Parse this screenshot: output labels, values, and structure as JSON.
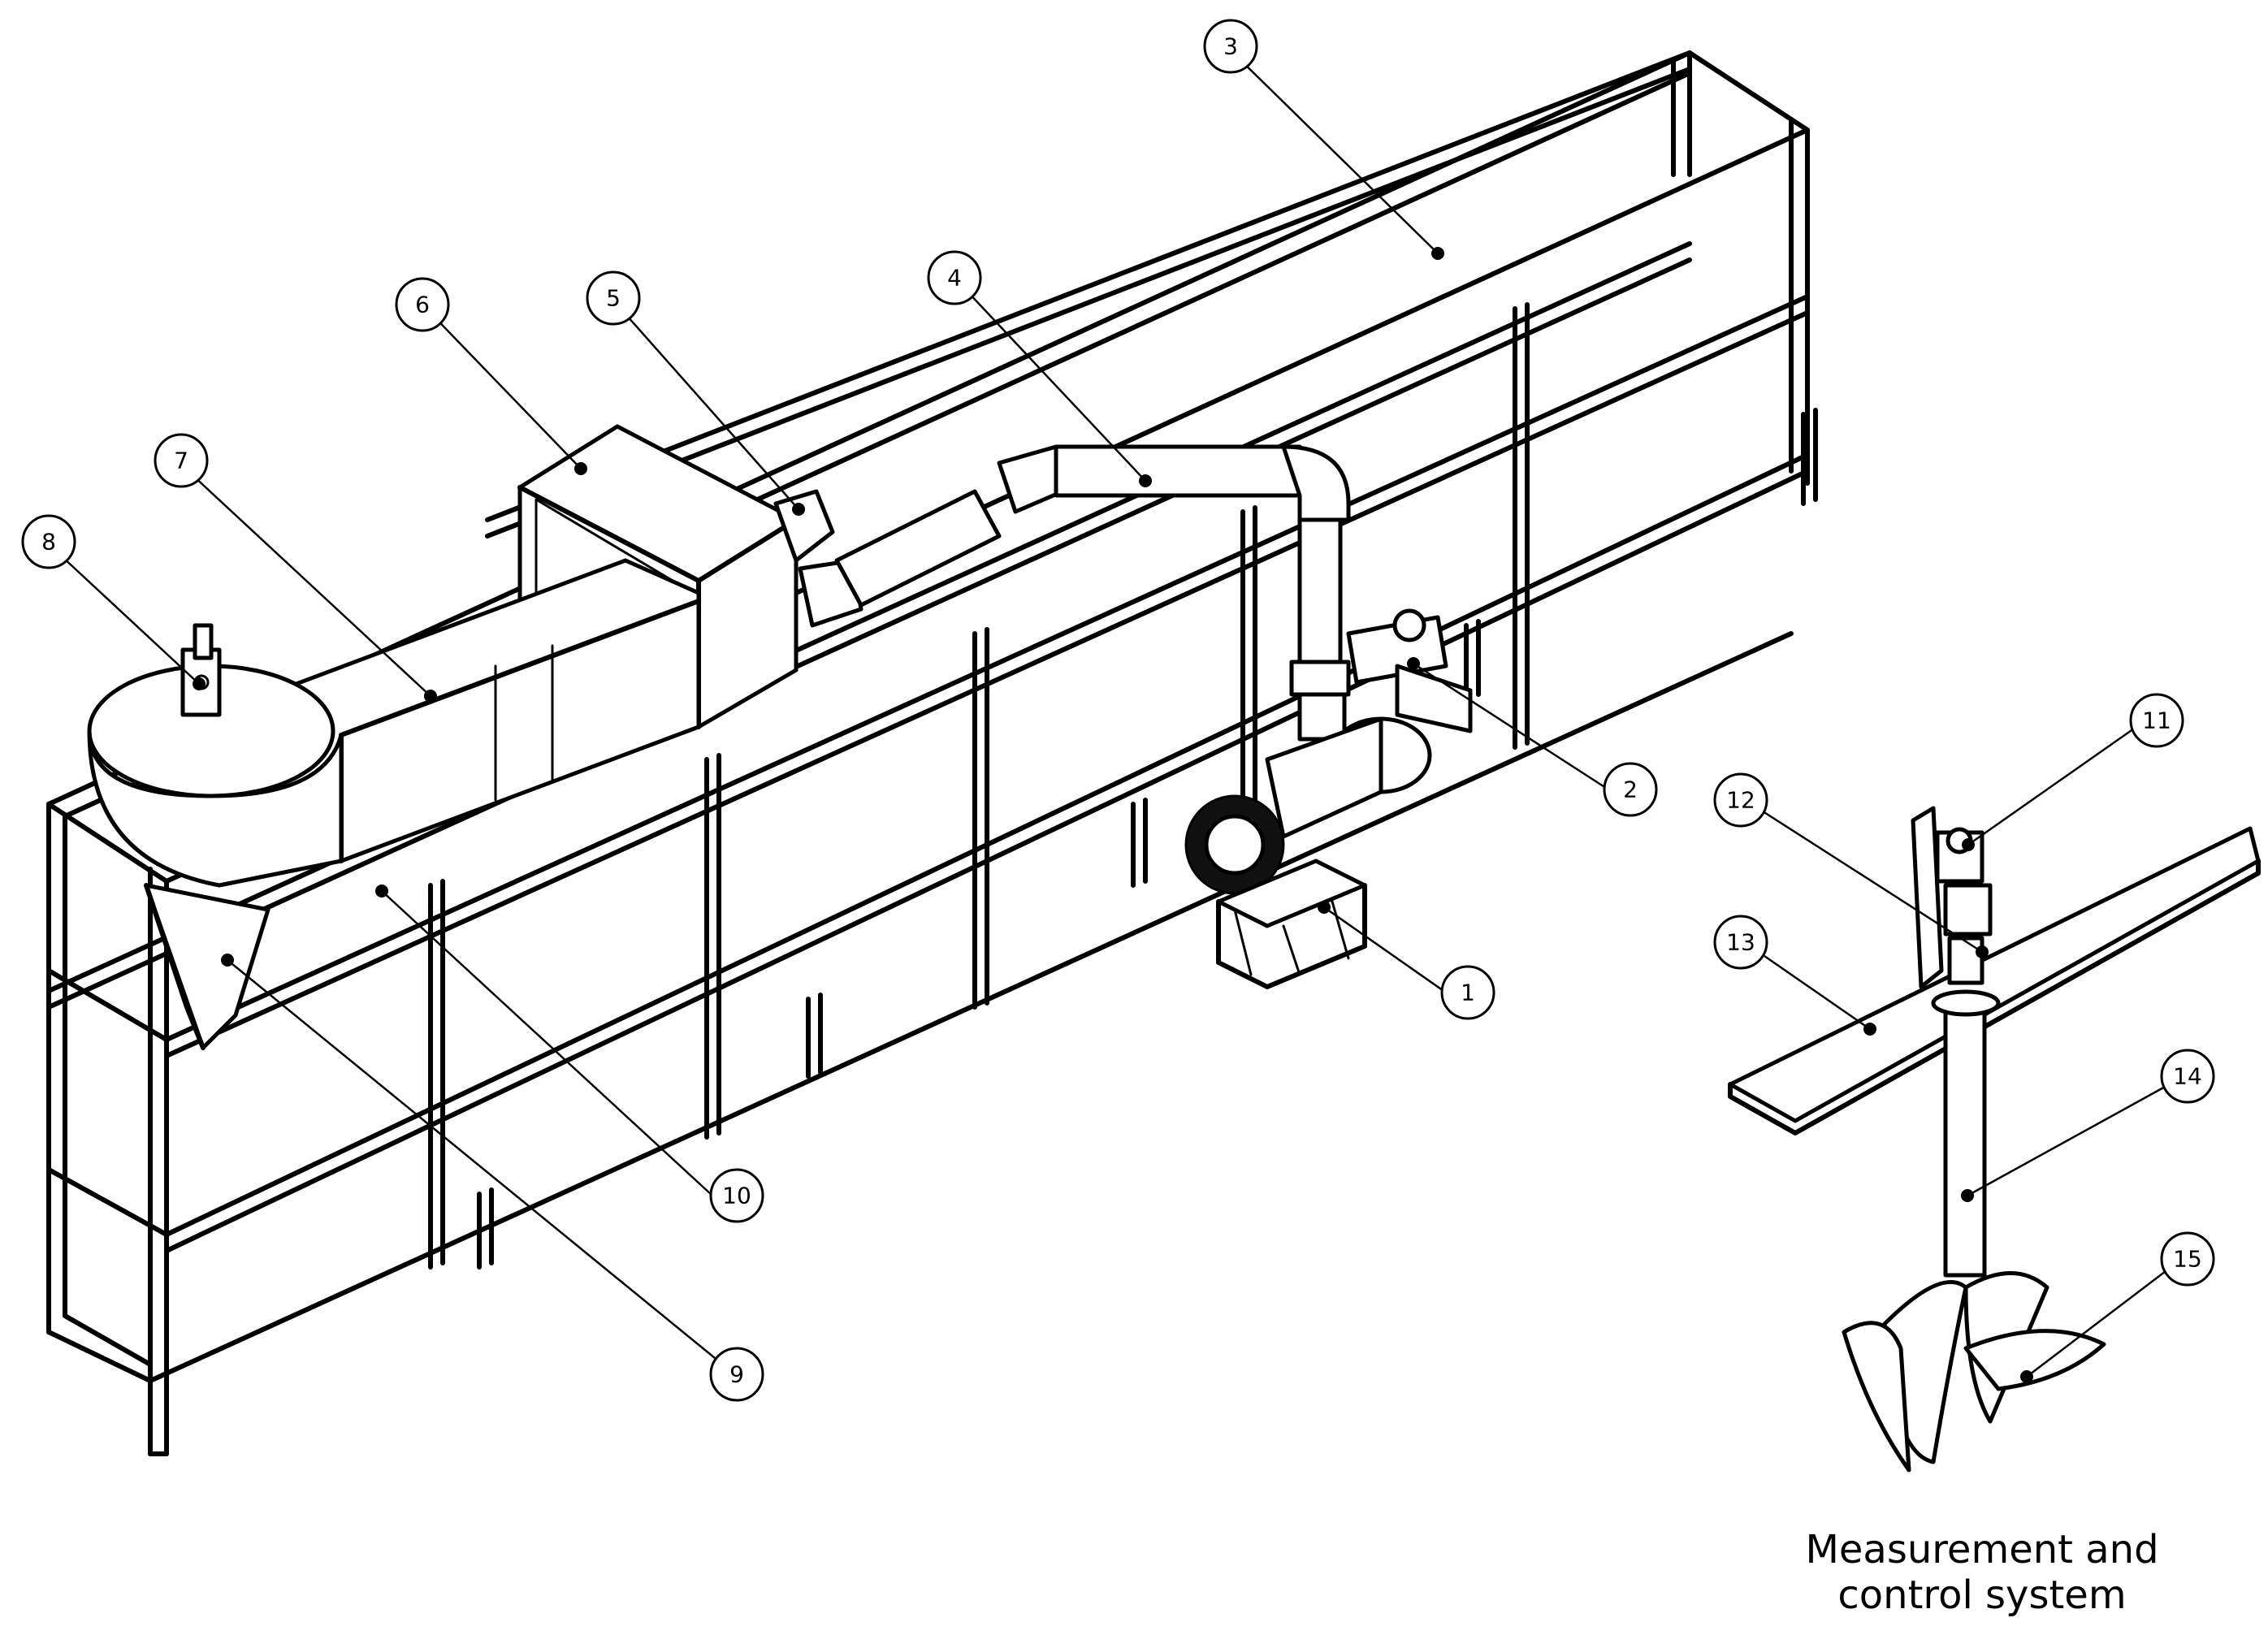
{
  "callouts": [
    "1",
    "2",
    "3",
    "4",
    "5",
    "6",
    "7",
    "8",
    "9",
    "10",
    "11",
    "12",
    "13",
    "14",
    "15"
  ],
  "caption": {
    "line1": "Measurement and",
    "line2": "control system"
  }
}
